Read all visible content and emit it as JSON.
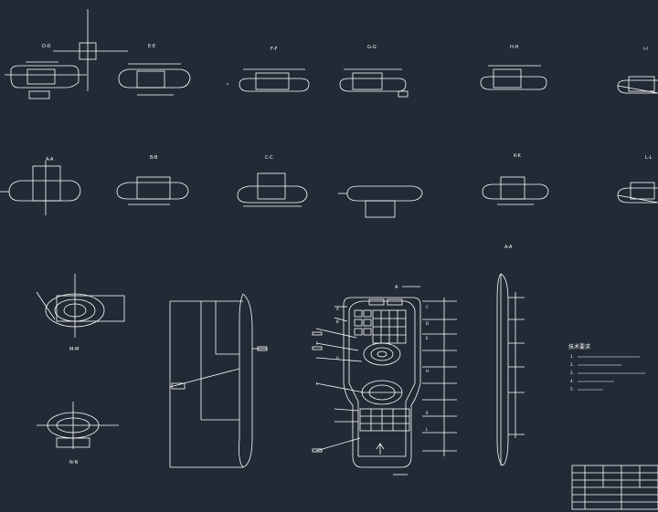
{
  "drawing": {
    "background": "#222a35",
    "line_color": "#ffffff",
    "section_labels": {
      "top_row": [
        "D-D",
        "E-E",
        "F-F",
        "G-G",
        "H-H",
        "I-I"
      ],
      "middle_row": [
        "A-A",
        "B-B",
        "C-C",
        "K-K",
        "L-L"
      ],
      "front_view_marker": "A",
      "side_view_marker": "A-A"
    },
    "detail_labels": [
      "M-M",
      "N-N"
    ],
    "callout_letters": [
      "A",
      "B",
      "C",
      "D",
      "E",
      "F",
      "G",
      "H",
      "I",
      "K",
      "L"
    ],
    "technical_notes_heading": "技术要求",
    "technical_notes": [
      "1.",
      "2.",
      "3.",
      "4.",
      "5."
    ]
  }
}
